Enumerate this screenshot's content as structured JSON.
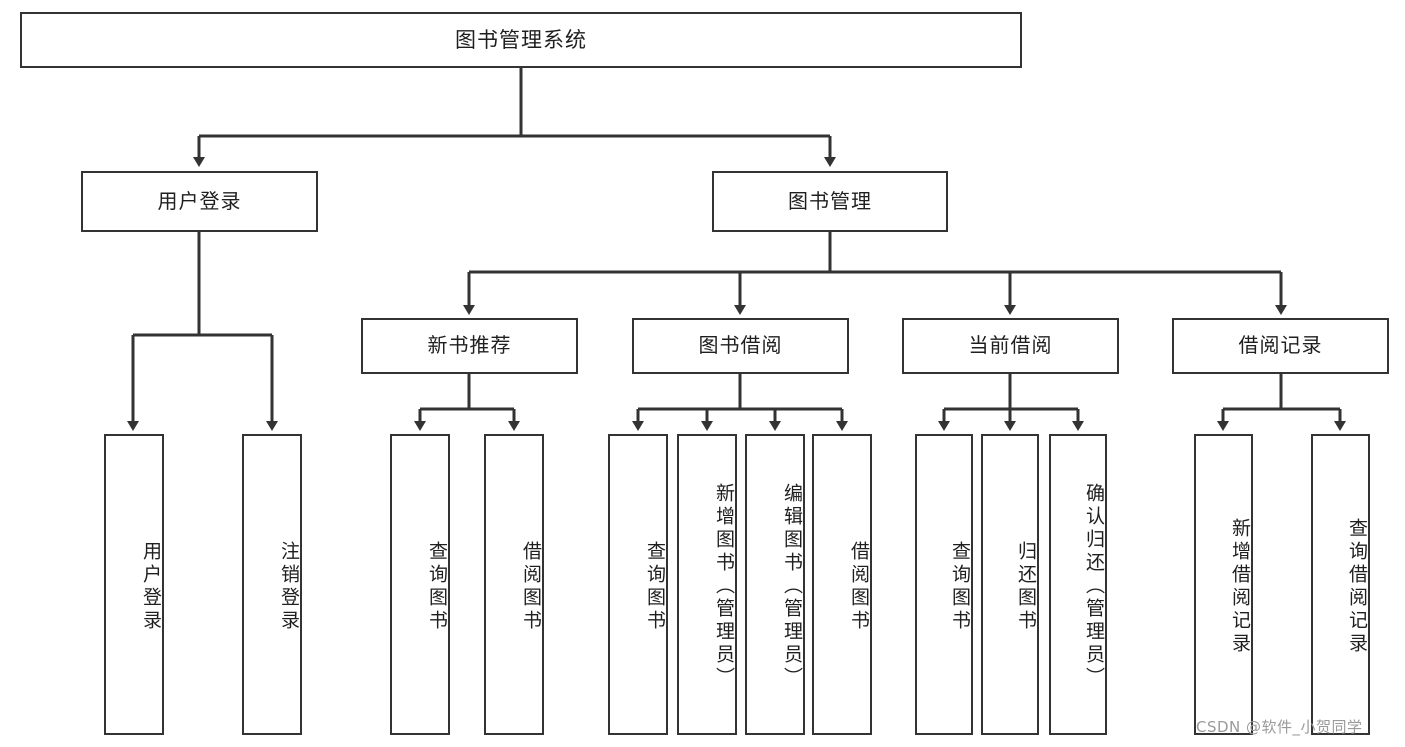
{
  "diagram": {
    "type": "tree-hierarchy",
    "title": "图书管理系统",
    "root": {
      "id": "root",
      "label": "图书管理系统"
    },
    "level2": [
      {
        "id": "user-login",
        "label": "用户登录"
      },
      {
        "id": "book-manage",
        "label": "图书管理"
      }
    ],
    "level3": [
      {
        "id": "new-book-rec",
        "label": "新书推荐",
        "parent": "book-manage"
      },
      {
        "id": "book-borrow",
        "label": "图书借阅",
        "parent": "book-manage"
      },
      {
        "id": "current-borrow",
        "label": "当前借阅",
        "parent": "book-manage"
      },
      {
        "id": "borrow-record",
        "label": "借阅记录",
        "parent": "book-manage"
      }
    ],
    "leaves": [
      {
        "id": "leaf-user-login",
        "label": "用户登录",
        "parent": "user-login"
      },
      {
        "id": "leaf-logout",
        "label": "注销登录",
        "parent": "user-login"
      },
      {
        "id": "leaf-query-book-rec",
        "label": "查询图书",
        "parent": "new-book-rec"
      },
      {
        "id": "leaf-borrow-book-rec",
        "label": "借阅图书",
        "parent": "new-book-rec"
      },
      {
        "id": "leaf-query-book-borrow",
        "label": "查询图书",
        "parent": "book-borrow"
      },
      {
        "id": "leaf-add-book",
        "label": "新增图书（管理员）",
        "parent": "book-borrow"
      },
      {
        "id": "leaf-edit-book",
        "label": "编辑图书（管理员）",
        "parent": "book-borrow"
      },
      {
        "id": "leaf-borrow-book",
        "label": "借阅图书",
        "parent": "book-borrow"
      },
      {
        "id": "leaf-query-book-cur",
        "label": "查询图书",
        "parent": "current-borrow"
      },
      {
        "id": "leaf-return-book",
        "label": "归还图书",
        "parent": "current-borrow"
      },
      {
        "id": "leaf-confirm-return",
        "label": "确认归还（管理员）",
        "parent": "current-borrow"
      },
      {
        "id": "leaf-add-record",
        "label": "新增借阅记录",
        "parent": "borrow-record"
      },
      {
        "id": "leaf-query-record",
        "label": "查询借阅记录",
        "parent": "borrow-record"
      }
    ],
    "colors": {
      "stroke": "#333333",
      "fill": "#ffffff",
      "text": "#1f1f1f",
      "watermark": "#9a9a9a"
    }
  },
  "watermark": {
    "text": "CSDN @软件_小贺同学"
  }
}
